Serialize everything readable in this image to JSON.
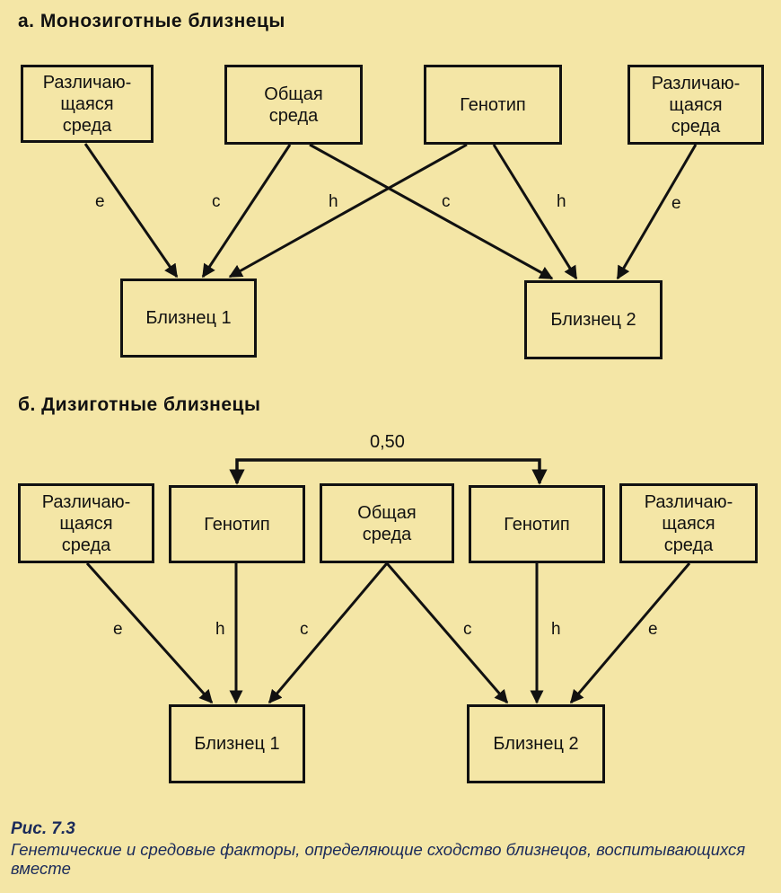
{
  "section_a": {
    "title": "а. Монозиготные близнецы",
    "boxes": {
      "env_left": "Различаю-\nщаяся\nсреда",
      "shared_env": "Общая\nсреда",
      "genotype": "Генотип",
      "env_right": "Различаю-\nщаяся\nсреда",
      "twin1": "Близнец 1",
      "twin2": "Близнец 2"
    },
    "paths": {
      "e_left": "e",
      "c_left": "c",
      "h_left": "h",
      "c_right": "c",
      "h_right": "h",
      "e_right": "e"
    }
  },
  "section_b": {
    "title": "б. Дизиготные близнецы",
    "correlation": "0,50",
    "boxes": {
      "env_left": "Различаю-\nщаяся\nсреда",
      "genotype_left": "Генотип",
      "shared_env": "Общая\nсреда",
      "genotype_right": "Генотип",
      "env_right": "Различаю-\nщаяся\nсреда",
      "twin1": "Близнец 1",
      "twin2": "Близнец 2"
    },
    "paths": {
      "e_left": "e",
      "h_left": "h",
      "c_left": "c",
      "c_right": "c",
      "h_right": "h",
      "e_right": "e"
    }
  },
  "caption": {
    "figure": "Рис. 7.3",
    "text": "Генетические и средовые факторы, определяющие сходство близнецов, воспитывающихся вместе"
  },
  "colors": {
    "background": "#f4e6a6",
    "caption": "#1a2a5a",
    "ink": "#111111"
  }
}
